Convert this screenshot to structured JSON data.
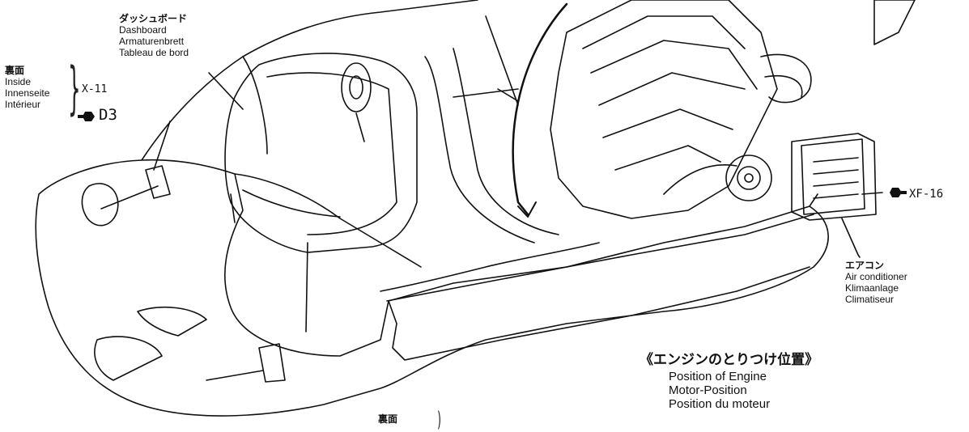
{
  "dashboard_label": {
    "jp": "ダッシュボード",
    "en": "Dashboard",
    "de": "Armaturenbrett",
    "fr": "Tableau de bord"
  },
  "inside_label": {
    "jp": "裏面",
    "en": "Inside",
    "de": "Innenseite",
    "fr": "Intérieur",
    "ref": "X-11"
  },
  "screw_d3": "D3",
  "aircon_label": {
    "jp": "エアコン",
    "en": "Air conditioner",
    "de": "Klimaanlage",
    "fr": "Climatiseur",
    "ref": "XF-16"
  },
  "engine_position": {
    "jp": "《エンジンのとりつけ位置》",
    "en": "Position of Engine",
    "de": "Motor-Position",
    "fr": "Position du moteur"
  },
  "bottom_label": "裏面"
}
